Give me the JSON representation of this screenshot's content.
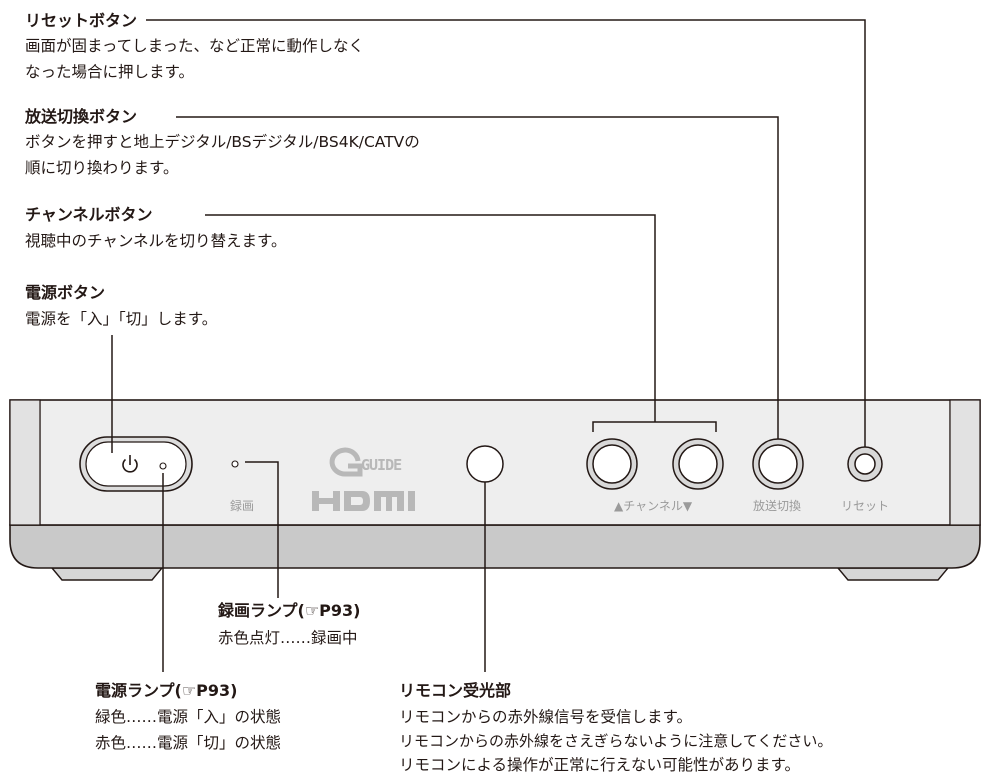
{
  "callouts": {
    "reset": {
      "title": "リセットボタン",
      "desc": [
        "画面が固まってしまった、など正常に動作しなく",
        "なった場合に押します。"
      ]
    },
    "broadcast": {
      "title": "放送切換ボタン",
      "desc": [
        "ボタンを押すと地上デジタル/BSデジタル/BS4K/CATVの",
        "順に切り換わります。"
      ]
    },
    "channel": {
      "title": "チャンネルボタン",
      "desc": [
        "視聴中のチャンネルを切り替えます。"
      ]
    },
    "power": {
      "title": "電源ボタン",
      "desc": [
        "電源を「入」「切」します。"
      ]
    },
    "rec_lamp": {
      "title": "録画ランプ(☞P93)",
      "desc": [
        "赤色点灯……録画中"
      ]
    },
    "power_lamp": {
      "title": "電源ランプ(☞P93)",
      "desc": [
        "緑色……電源「入」の状態",
        "赤色……電源「切」の状態"
      ]
    },
    "ir_receiver": {
      "title": "リモコン受光部",
      "desc": [
        "リモコンからの赤外線信号を受信します。",
        "リモコンからの赤外線をさえぎらないように注意してください。",
        "リモコンによる操作が正常に行えない可能性があります。"
      ]
    }
  },
  "device": {
    "rec_label": "録画",
    "channel_label": "▲チャンネル▼",
    "broadcast_label": "放送切換",
    "reset_label": "リセット",
    "gguide_logo": "GUIDE",
    "hdmi_logo": "HDMI"
  },
  "colors": {
    "line": "#231815",
    "panel": "#ececec",
    "shadow": "#bdbdbd",
    "label": "#9a9a9a"
  }
}
